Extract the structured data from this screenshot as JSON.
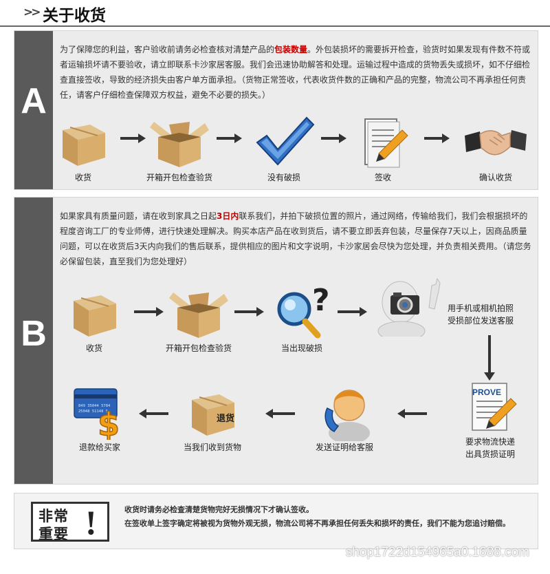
{
  "header": {
    "arrows": ">>",
    "title": "关于收货"
  },
  "section_a": {
    "letter": "A",
    "para_1": "为了保障您的利益，客户验收前请务必检查核对清楚产品的",
    "para_highlight": "包装数量",
    "para_2": "。外包装损坏的需要拆开检查，验货时如果发现有件数不符或者运输损坏请不要验收，请立即联系卡沙家居客服。我们会迅速协助解答和处理。运输过程中造成的货物丢失或损坏，如不仔细检查直接签收，导致的经济损失由客户单方面承担。（货物正常签收，代表收货件数的正确和产品的完整，物流公司不再承担任何责任，请客户仔细检查保障双方权益，避免不必要的损失。）",
    "steps": [
      {
        "label": "收货"
      },
      {
        "label": "开箱开包检查验货"
      },
      {
        "label": "没有破损"
      },
      {
        "label": "签收"
      },
      {
        "label": "确认收货"
      }
    ]
  },
  "section_b": {
    "letter": "B",
    "para_1": "如果家具有质量问题，请在收到家具之日起",
    "para_highlight": "3日内",
    "para_2": "联系我们，并拍下破损位置的照片，通过网络，传输给我们，我们会根据损坏的程度咨询工厂的专业师傅，进行快速处理解决。购买本店产品在收到货后，请不要立即丢弃包装，尽量保存7天以上，因商品质量问题，可以在收货后3天内向我们的售后联系，提供相应的图片和文字说明，卡沙家居会尽快为您处理，并负责相关费用。（请您务必保留包装，直至我们为您处理好）",
    "steps_row1": [
      {
        "label": "收货"
      },
      {
        "label": "开箱开包检查验货"
      },
      {
        "label": "当出现破损"
      },
      {
        "label_1": "用手机或相机拍照",
        "label_2": "受损部位发送客服"
      }
    ],
    "steps_row2": [
      {
        "label": "退款给买家"
      },
      {
        "label": "当我们收到货物"
      },
      {
        "label": "发送证明给客服"
      },
      {
        "label_1": "要求物流快递",
        "label_2": "出具货损证明"
      }
    ],
    "box_text": "退货",
    "prove_text": "PROVE"
  },
  "notice": {
    "icon_line1": "非常",
    "icon_line2": "重要",
    "icon_bang": "!",
    "line_1": "收货时请务必检查清楚货物完好无损情况下才确认签收。",
    "line_2": "在签收单上签字确定将被视为货物外观无损，物流公司将不再承担任何丢失和损坏的责任，我们不能为您追讨赔偿。"
  },
  "watermark": "shop1722d154965a0.1688.com",
  "colors": {
    "letter_bg": "#5a5a5a",
    "highlight": "#c00000",
    "panel_bg": "#ececec"
  }
}
